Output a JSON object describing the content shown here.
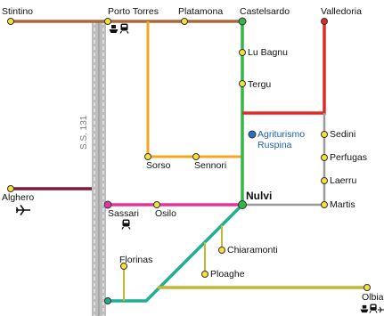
{
  "road": {
    "label": "S.S. 131"
  },
  "towns": {
    "stintino": "Stintino",
    "porto_torres": "Porto Torres",
    "platamona": "Platamona",
    "castelsardo": "Castelsardo",
    "valledoria": "Valledoria",
    "lu_bagnu": "Lu Bagnu",
    "tergu": "Tergu",
    "agriturismo": "Agriturismo Ruspina",
    "sedini": "Sedini",
    "perfugas": "Perfugas",
    "laerru": "Laerru",
    "martis": "Martis",
    "sorso": "Sorso",
    "sennori": "Sennori",
    "alghero": "Alghero",
    "sassari": "Sassari",
    "osilo": "Osilo",
    "nulvi": "Nulvi",
    "chiaramonti": "Chiaramonti",
    "ploaghe": "Ploaghe",
    "florinas": "Florinas",
    "olbia": "Olbia"
  },
  "colors": {
    "brown": "#a86a3c",
    "green": "#33b549",
    "red": "#e02a26",
    "orange": "#f5a623",
    "gray": "#9a9a9a",
    "maroon": "#7b1a3a",
    "magenta": "#e0359a",
    "teal": "#1fae8f",
    "olive": "#c4b733",
    "dot": "#f4e13a",
    "agriturismo": "#2b6fbd"
  },
  "icons": {
    "porto_torres": [
      "ship-icon",
      "train-icon"
    ],
    "alghero": [
      "airplane-icon"
    ],
    "sassari": [
      "train-icon"
    ],
    "olbia": [
      "ship-icon",
      "train-icon",
      "airplane-icon"
    ]
  }
}
